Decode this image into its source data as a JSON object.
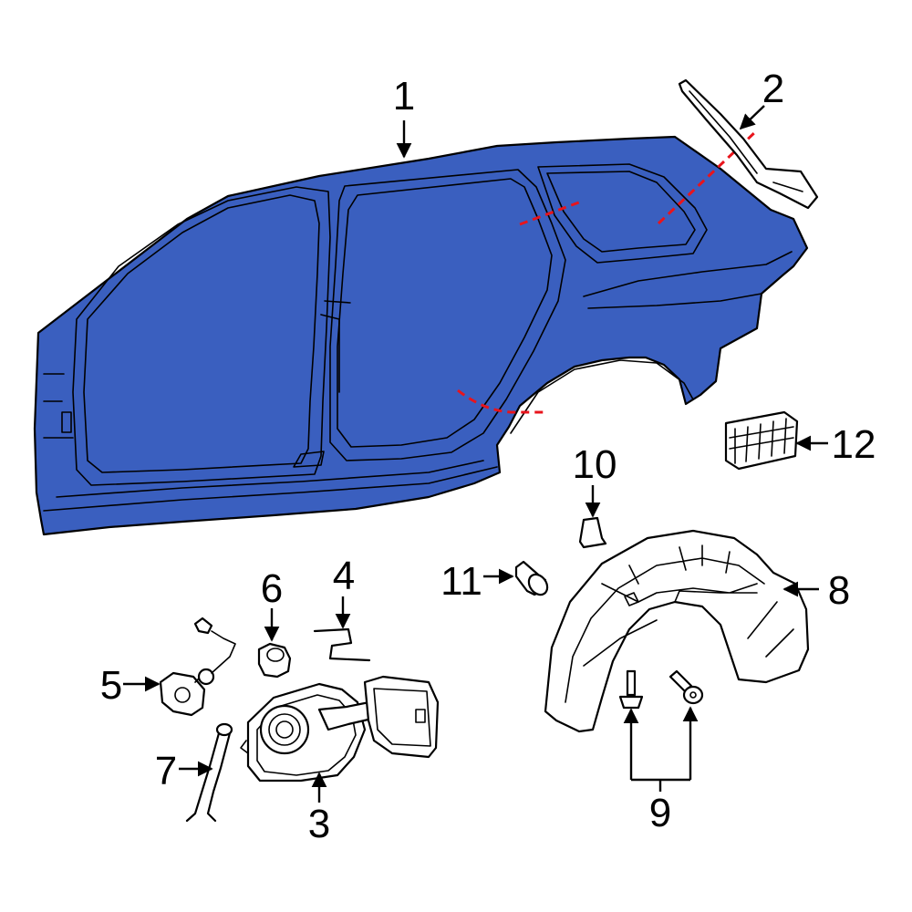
{
  "diagram": {
    "colors": {
      "highlight": "#3a5fbf",
      "cut_line": "#e8141c",
      "line": "#000000",
      "background": "#ffffff"
    },
    "callouts": [
      {
        "id": "c1",
        "label": "1"
      },
      {
        "id": "c2",
        "label": "2"
      },
      {
        "id": "c3",
        "label": "3"
      },
      {
        "id": "c4",
        "label": "4"
      },
      {
        "id": "c5",
        "label": "5"
      },
      {
        "id": "c6",
        "label": "6"
      },
      {
        "id": "c7",
        "label": "7"
      },
      {
        "id": "c8",
        "label": "8"
      },
      {
        "id": "c9",
        "label": "9"
      },
      {
        "id": "c10",
        "label": "10"
      },
      {
        "id": "c11",
        "label": "11"
      },
      {
        "id": "c12",
        "label": "12"
      }
    ]
  }
}
